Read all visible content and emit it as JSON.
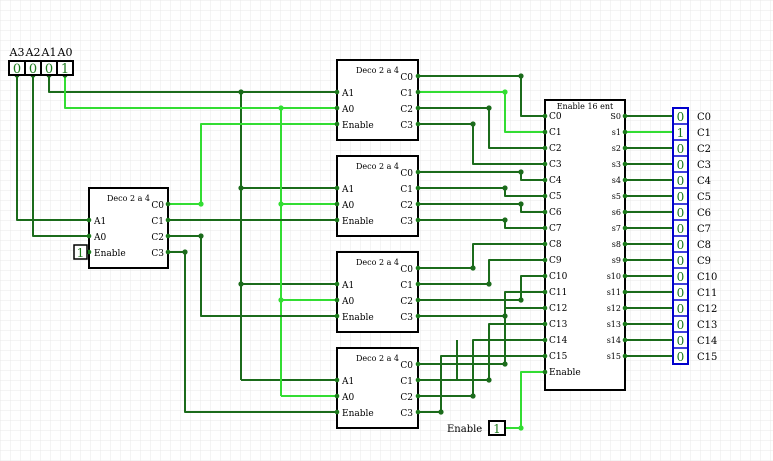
{
  "inputs": {
    "labels": [
      "A3",
      "A2",
      "A1",
      "A0"
    ],
    "values": [
      "0",
      "0",
      "0",
      "1"
    ],
    "enable_label": "Enable",
    "enable_value": "1"
  },
  "decoders": {
    "title": "Deco 2 a 4",
    "input_pins": [
      "A1",
      "A0",
      "Enable"
    ],
    "output_pins": [
      "C0",
      "C1",
      "C2",
      "C3"
    ],
    "main_enable_value": "1"
  },
  "big_block": {
    "title": "Enable 16 ent",
    "left_pins": [
      "C0",
      "C1",
      "C2",
      "C3",
      "C4",
      "C5",
      "C6",
      "C7",
      "C8",
      "C9",
      "C10",
      "C11",
      "C12",
      "C13",
      "C14",
      "C15",
      "Enable"
    ],
    "right_pins": [
      "S0",
      "s1",
      "s2",
      "s3",
      "s4",
      "s5",
      "s6",
      "s7",
      "s8",
      "s9",
      "s10",
      "s11",
      "s12",
      "s13",
      "s14",
      "s15"
    ]
  },
  "outputs": {
    "values": [
      "0",
      "1",
      "0",
      "0",
      "0",
      "0",
      "0",
      "0",
      "0",
      "0",
      "0",
      "0",
      "0",
      "0",
      "0",
      "0"
    ],
    "labels": [
      "C0",
      "C1",
      "C2",
      "C3",
      "C4",
      "C5",
      "C6",
      "C7",
      "C8",
      "C9",
      "C10",
      "C11",
      "C12",
      "C13",
      "C14",
      "C15"
    ]
  },
  "colors": {
    "wire_low": "#1b6b1b",
    "wire_high": "#33dd33",
    "pin": "#1b7a1b",
    "output_border": "#0000cc",
    "grid": "#e9e9e9"
  }
}
